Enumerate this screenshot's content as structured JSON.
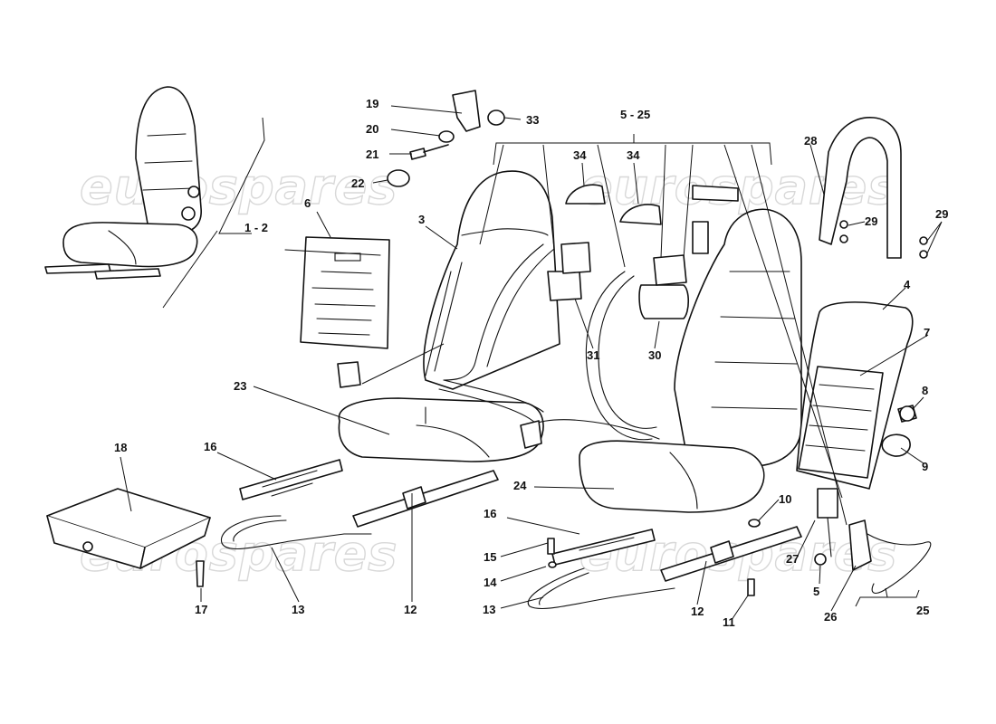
{
  "watermark": "eurospares",
  "callouts": {
    "c1_2": "1 - 2",
    "c3": "3",
    "c4": "4",
    "c5_25": "5 - 25",
    "c5": "5",
    "c6": "6",
    "c7": "7",
    "c8": "8",
    "c9": "9",
    "c10": "10",
    "c11": "11",
    "c12a": "12",
    "c12b": "12",
    "c13a": "13",
    "c13b": "13",
    "c14": "14",
    "c15": "15",
    "c16a": "16",
    "c16b": "16",
    "c17": "17",
    "c18": "18",
    "c19": "19",
    "c20": "20",
    "c21": "21",
    "c22": "22",
    "c23": "23",
    "c24": "24",
    "c25": "25",
    "c26": "26",
    "c27": "27",
    "c28": "28",
    "c29a": "29",
    "c29b": "29",
    "c30": "30",
    "c31": "31",
    "c33": "33",
    "c34a": "34",
    "c34b": "34"
  }
}
